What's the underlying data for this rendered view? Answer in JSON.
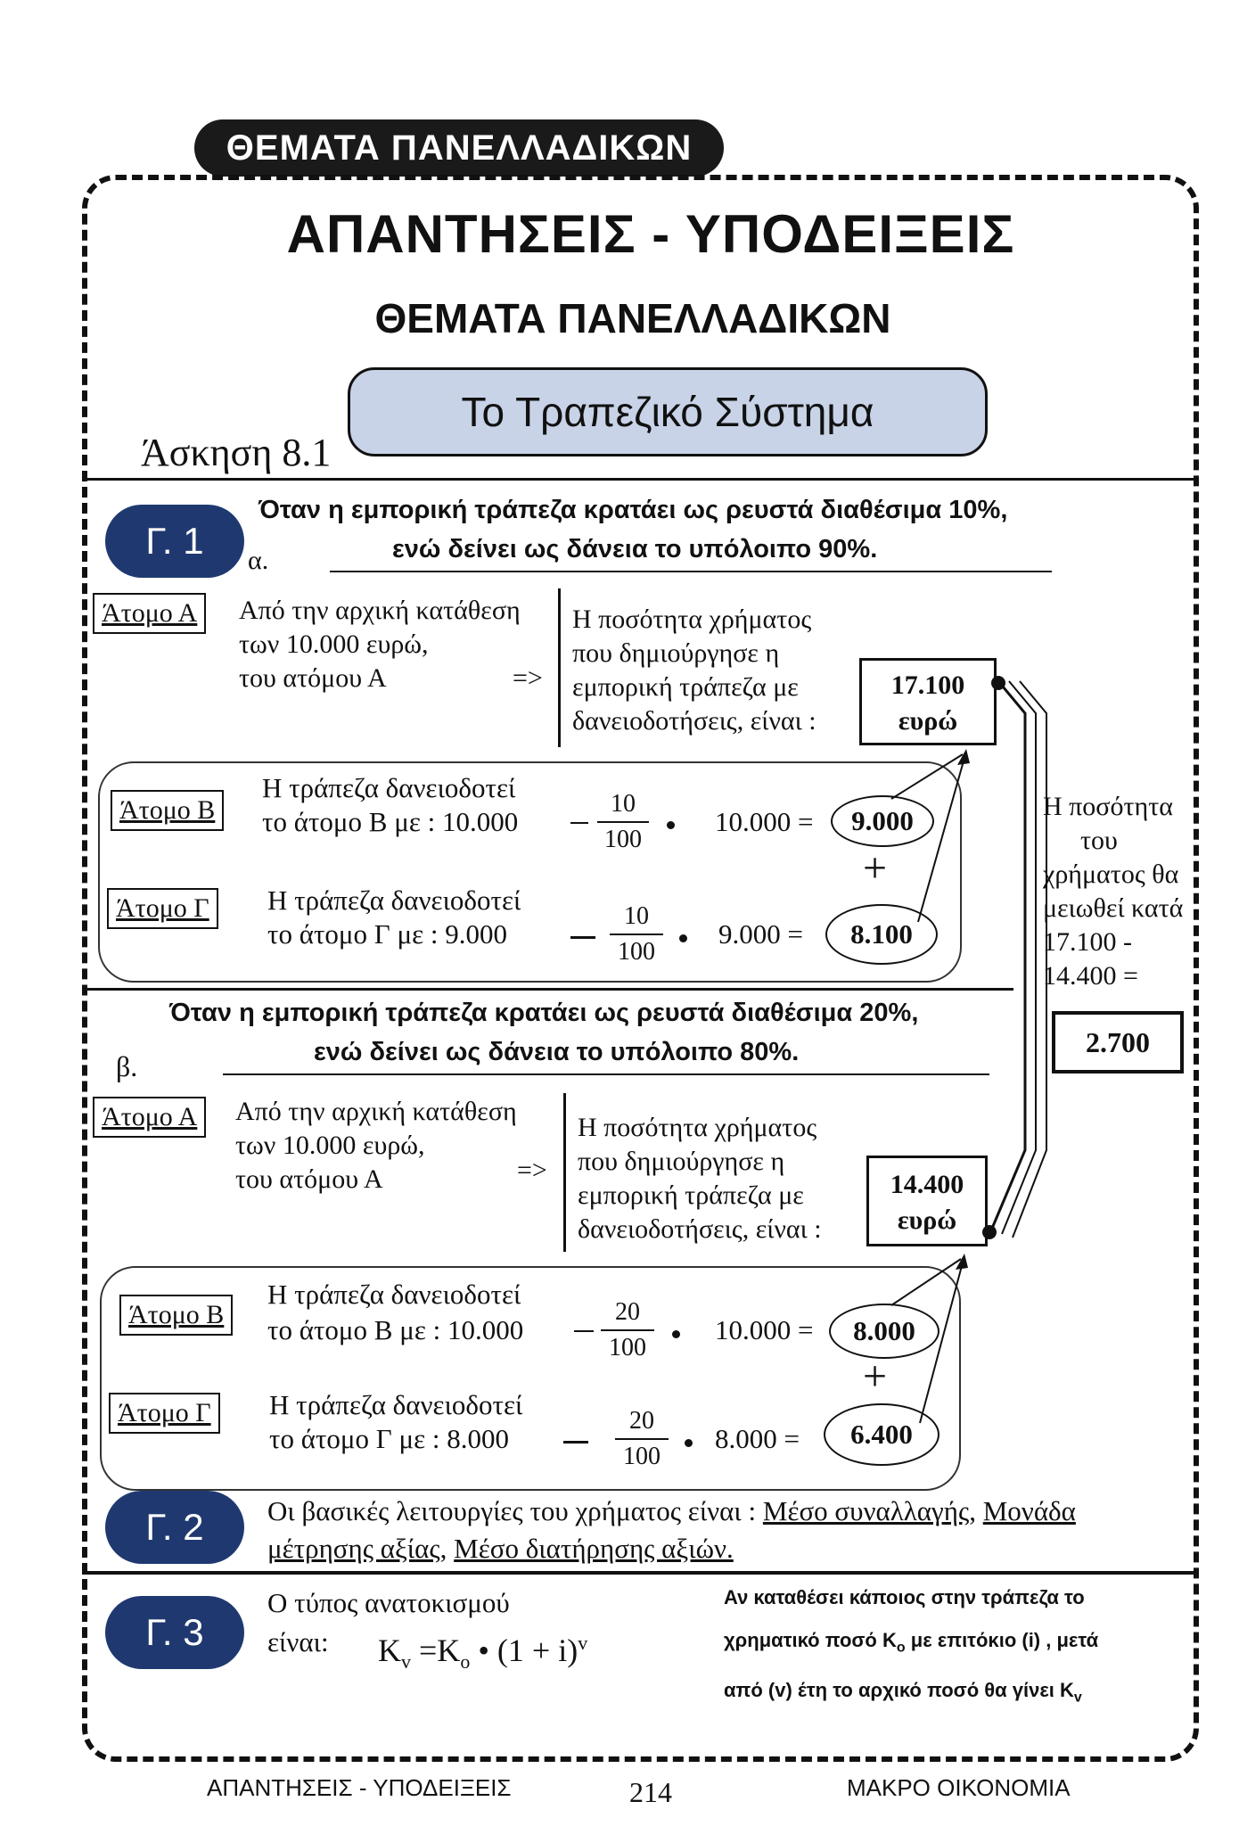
{
  "header_pill": "ΘΕΜΑΤΑ ΠΑΝΕΛΛΑΔΙΚΩΝ",
  "main_title": "ΑΠΑΝΤΗΣΕΙΣ - ΥΠΟΔΕΙΞΕΙΣ",
  "sub_title": "ΘΕΜΑΤΑ ΠΑΝΕΛΛΑΔΙΚΩΝ",
  "topic": "Το Τραπεζικό Σύστημα",
  "exercise": "Άσκηση 8.1",
  "g1": {
    "badge": "Γ. 1",
    "part_a": {
      "letter": "α.",
      "heading1": "Όταν η εμπορική τράπεζα κρατάει ως ρευστά διαθέσιμα 10%,",
      "heading2": "ενώ δείνει ως δάνεια το υπόλοιπο 90%.",
      "atomo_a": "Άτομο Α",
      "deposit1": "Από την αρχική κατάθεση",
      "deposit2": "των  10.000 ευρώ,",
      "deposit3": "του ατόμου Α",
      "arrow": "=>",
      "created1": "Η ποσότητα χρήματος",
      "created2": "που δημιούργησε η",
      "created3": "εμπορική τράπεζα  με",
      "created4": "δανειοδοτήσεις, είναι :",
      "total1": "17.100",
      "total2": "ευρώ",
      "atomo_b": "Άτομο Β",
      "b_line1": "Η τράπεζα δανειοδοτεί",
      "b_line2": "το άτομο Β με :  10.000",
      "b_num": "10",
      "b_den": "100",
      "b_mult": "10.000 =",
      "b_result": "9.000",
      "plus": "+",
      "atomo_g": "Άτομο Γ",
      "g_line1": "Η τράπεζα δανειοδοτεί",
      "g_line2": "το άτομο Γ  με :  9.000",
      "g_num": "10",
      "g_den": "100",
      "g_mult": "9.000 =",
      "g_result": "8.100"
    },
    "part_b": {
      "letter": "β.",
      "heading1": "Όταν η εμπορική τράπεζα κρατάει ως ρευστά διαθέσιμα 20%,",
      "heading2": "ενώ δείνει ως δάνεια το υπόλοιπο 80%.",
      "atomo_a": "Άτομο Α",
      "deposit1": "Από την αρχική κατάθεση",
      "deposit2": "των  10.000 ευρώ,",
      "deposit3": "του ατόμου Α",
      "arrow": "=>",
      "created1": "Η ποσότητα χρήματος",
      "created2": "που δημιούργησε η",
      "created3": "εμπορική τράπεζα  με",
      "created4": "δανειοδοτήσεις, είναι :",
      "total1": "14.400",
      "total2": "ευρώ",
      "atomo_b": "Άτομο Β",
      "b_line1": "Η τράπεζα δανειοδοτεί",
      "b_line2": "το άτομο Β με :  10.000",
      "b_num": "20",
      "b_den": "100",
      "b_mult": "10.000 =",
      "b_result": "8.000",
      "plus": "+",
      "atomo_g": "Άτομο Γ",
      "g_line1": "Η τράπεζα δανειοδοτεί",
      "g_line2": "το άτομο Γ  με :  8.000",
      "g_num": "20",
      "g_den": "100",
      "g_mult": "8.000 =",
      "g_result": "6.400"
    },
    "side": {
      "line1": "Η ποσότητα",
      "line2": "του",
      "line3": "χρήματος θα",
      "line4": "μειωθεί κατά",
      "line5": "17.100 -",
      "line6": "14.400 =",
      "result": "2.700"
    }
  },
  "g2": {
    "badge": "Γ. 2",
    "intro": "Οι βασικές λειτουργίες του χρήματος είναι : ",
    "f1": "Μέσο συναλλαγής",
    "sep1": ", ",
    "f2a": "Μονάδα",
    "f2b": "μέτρησης αξίας",
    "sep2": ", ",
    "f3": "Μέσο διατήρησης αξιών."
  },
  "g3": {
    "badge": "Γ. 3",
    "line1": "Ο τύπος ανατοκισμού",
    "line2": "είναι:",
    "formula": "K",
    "sub_v": "v",
    "eq": " =K",
    "sub_o": "o",
    "rest": " • (1 + i)",
    "sup_v": "v",
    "note1": "Αν καταθέσει κάποιος στην τράπεζα το",
    "note2a": "χρηματικό ποσό  K",
    "note2sub": "o",
    "note2b": "  με επιτόκιο (i) , μετά",
    "note3a": "από (v) έτη το αρχικό ποσό θα γίνει K",
    "note3sub": "v"
  },
  "footer": {
    "left": "ΑΠΑΝΤΗΣΕΙΣ - ΥΠΟΔΕΙΞΕΙΣ",
    "page": "214",
    "right": "ΜΑΚΡΟ ΟΙΚΟΝΟΜΙΑ"
  }
}
